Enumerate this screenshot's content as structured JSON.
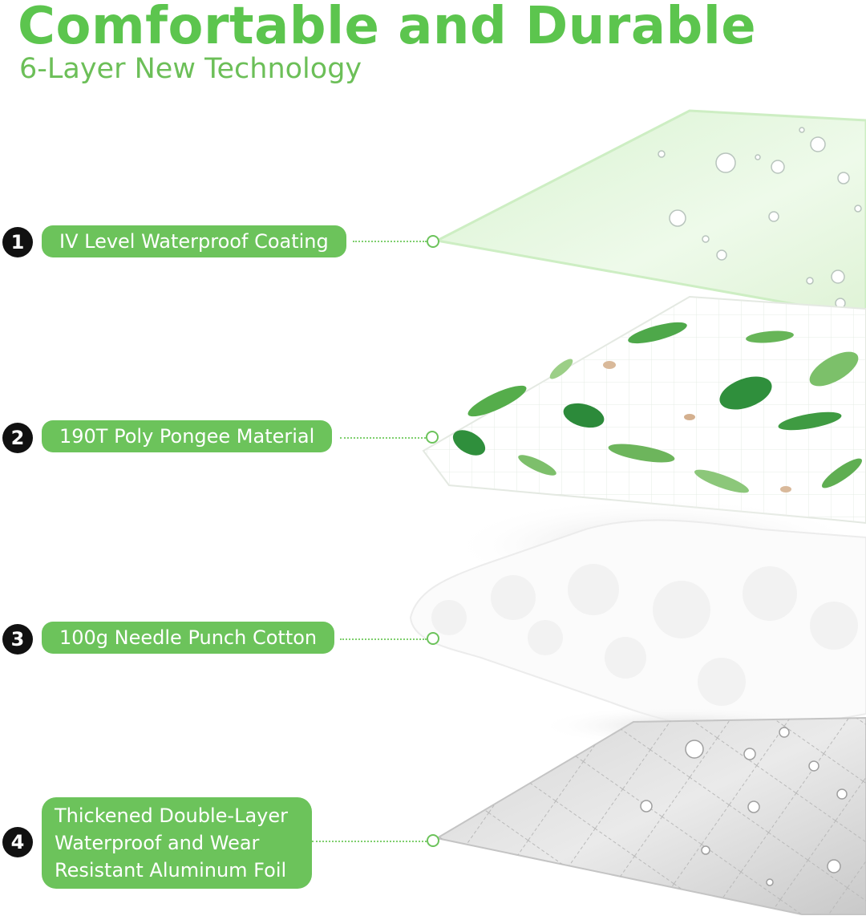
{
  "header": {
    "title": "Comfortable and Durable",
    "subtitle": "6-Layer New Technology"
  },
  "layers": [
    {
      "number": "1",
      "label": "IV Level Waterproof Coating"
    },
    {
      "number": "2",
      "label": "190T Poly Pongee Material"
    },
    {
      "number": "3",
      "label": "100g Needle Punch Cotton"
    },
    {
      "number": "4",
      "label_lines": [
        "Thickened Double-Layer",
        "Waterproof and Wear",
        "Resistant Aluminum Foil"
      ]
    }
  ],
  "colors": {
    "accent": "#6cc35b",
    "title": "#5cc54e",
    "badge": "#111111"
  }
}
